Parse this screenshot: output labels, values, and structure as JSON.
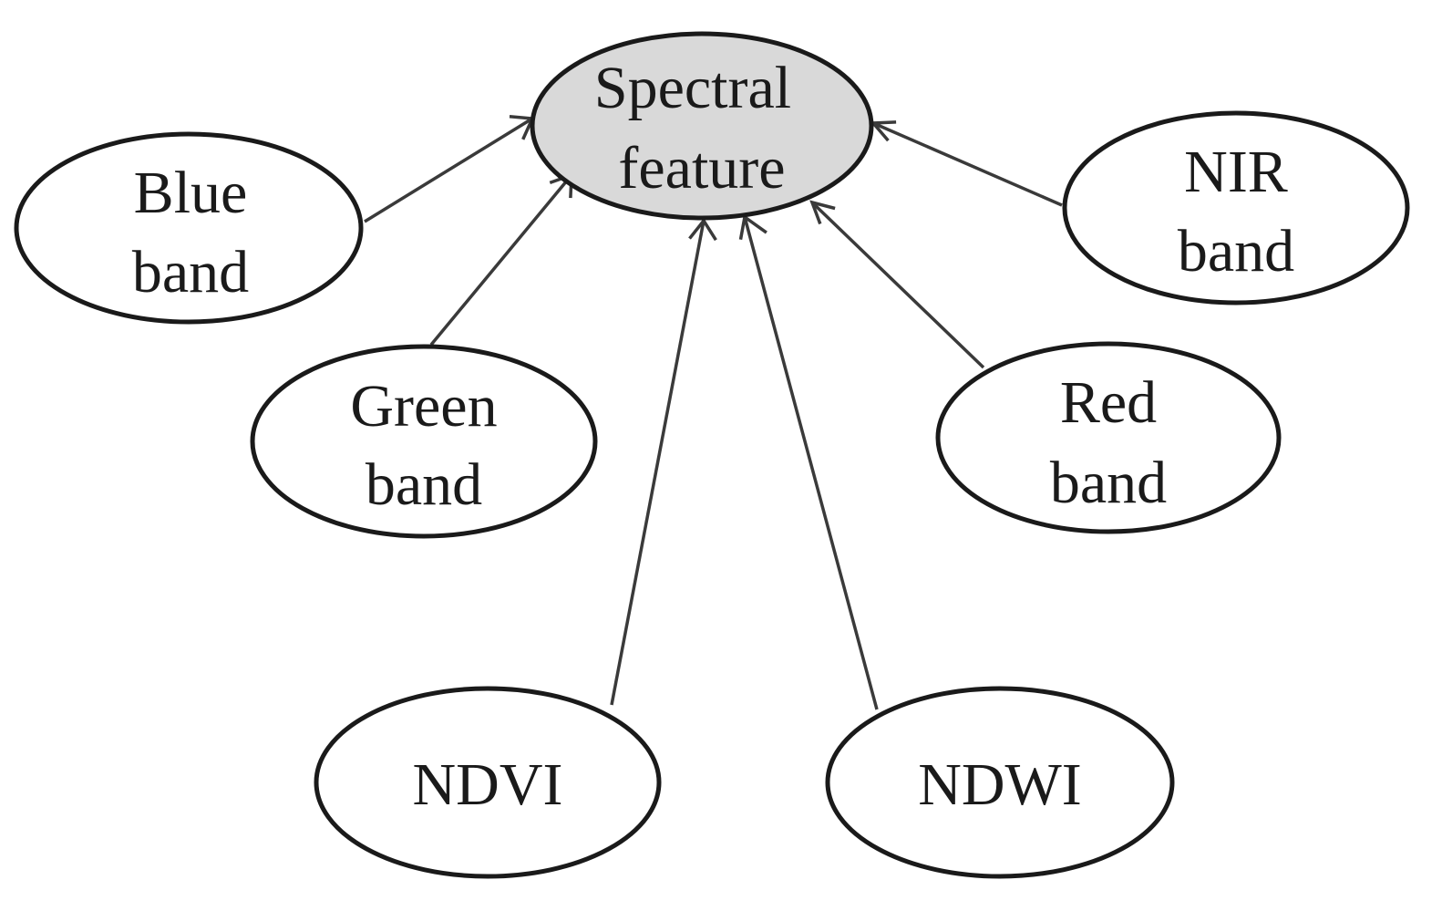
{
  "colors": {
    "center_fill": "#d9d9d9",
    "node_fill": "#ffffff",
    "stroke": "#1a1a1a",
    "edge": "#3a3a3a"
  },
  "center": {
    "id": "spectral-feature",
    "lines": [
      "Spectral",
      "feature"
    ]
  },
  "sources": [
    {
      "id": "blue-band",
      "lines": [
        "Blue",
        "band"
      ]
    },
    {
      "id": "green-band",
      "lines": [
        "Green",
        "band"
      ]
    },
    {
      "id": "ndvi",
      "lines": [
        "NDVI"
      ]
    },
    {
      "id": "ndwi",
      "lines": [
        "NDWI"
      ]
    },
    {
      "id": "red-band",
      "lines": [
        "Red",
        "band"
      ]
    },
    {
      "id": "nir-band",
      "lines": [
        "NIR",
        "band"
      ]
    }
  ],
  "edges": [
    {
      "from": "blue-band",
      "to": "spectral-feature"
    },
    {
      "from": "green-band",
      "to": "spectral-feature"
    },
    {
      "from": "ndvi",
      "to": "spectral-feature"
    },
    {
      "from": "ndwi",
      "to": "spectral-feature"
    },
    {
      "from": "red-band",
      "to": "spectral-feature"
    },
    {
      "from": "nir-band",
      "to": "spectral-feature"
    }
  ]
}
